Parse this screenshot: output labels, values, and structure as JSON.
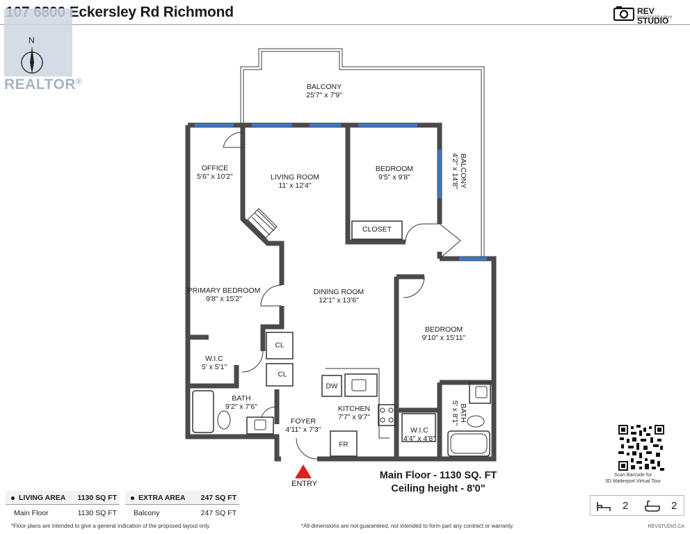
{
  "header": {
    "title": "107 6800 Eckersley Rd Richmond",
    "brand_name": "REV STUDIO",
    "brand_sub": "PHOTOGRAPHY"
  },
  "watermark": {
    "word": "REALTOR",
    "mark": "®",
    "north_label": "N"
  },
  "rooms": {
    "balcony_top": {
      "name": "BALCONY",
      "dims": "25'7\" x 7'9\""
    },
    "balcony_side": {
      "name": "BALCONY",
      "dims": "4'2\" x 14'8\""
    },
    "office": {
      "name": "OFFICE",
      "dims": "5'6\" x 10'2\""
    },
    "living": {
      "name": "LIVING ROOM",
      "dims": "11' x 12'4\""
    },
    "bedroom1": {
      "name": "BEDROOM",
      "dims": "9'5\" x 9'8\""
    },
    "closet": {
      "name": "CLOSET"
    },
    "primary": {
      "name": "PRIMARY BEDROOM",
      "dims": "9'8\" x 15'2\""
    },
    "dining": {
      "name": "DINING ROOM",
      "dims": "12'1\" x 13'6\""
    },
    "bedroom2": {
      "name": "BEDROOM",
      "dims": "9'10\" x 15'11\""
    },
    "wic1": {
      "name": "W.I.C",
      "dims": "5' x 5'1\""
    },
    "bath1": {
      "name": "BATH",
      "dims": "9'2\" x 7'6\""
    },
    "kitchen": {
      "name": "KITCHEN",
      "dims": "7'7\" x 9'7\""
    },
    "foyer": {
      "name": "FOYER",
      "dims": "4'11\" x 7'3\""
    },
    "wic2": {
      "name": "W.I.C",
      "dims": "4'4\" x 4'8\""
    },
    "bath2": {
      "name": "BATH",
      "dims": "5' x 8'1\""
    }
  },
  "fixtures": {
    "cl1": "CL",
    "cl2": "CL",
    "dw": "DW",
    "fr": "FR"
  },
  "entry_label": "ENTRY",
  "floor_info": {
    "line1": "Main Floor - 1130 SQ. FT",
    "line2": "Ceiling height - 8'0\""
  },
  "qr": {
    "caption_line1": "Scan Barcode for",
    "caption_line2": "3D Matterport Virtual Tour"
  },
  "counts": {
    "bedrooms": "2",
    "bathrooms": "2",
    "bed_icon": "bed-icon",
    "bath_icon": "bathtub-icon"
  },
  "areas": {
    "living": {
      "header": "LIVING AREA",
      "header_value": "1130 SQ FT",
      "row_label": "Main Floor",
      "row_value": "1130 SQ FT"
    },
    "extra": {
      "header": "EXTRA AREA",
      "header_value": "247 SQ FT",
      "row_label": "Balcony",
      "row_value": "247 SQ FT"
    }
  },
  "disclaimers": {
    "left": "*Floor plans are intended to give a general indication of the proposed layout only.",
    "middle": "*All dimensions are not guaranteed, not intended to form part any contract or warranty.",
    "site": "REVSTUDIO.CA"
  },
  "colors": {
    "wall": "#4a4a4a",
    "window": "#3b78c4",
    "entry_arrow": "#e0201e",
    "realtor_watermark": "#ccd7e0"
  }
}
